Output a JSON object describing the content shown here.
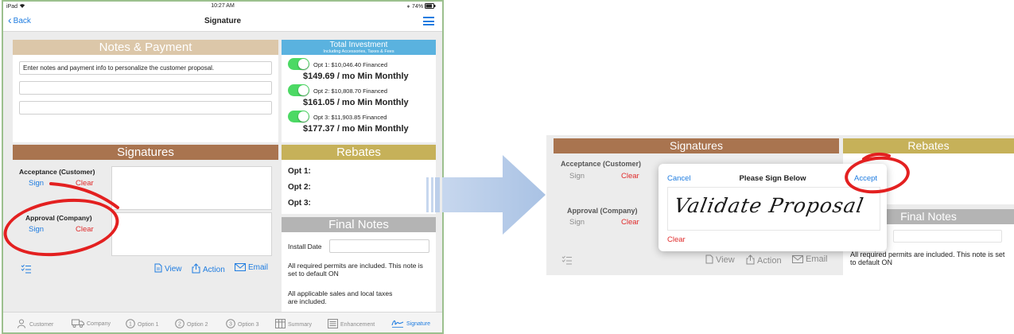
{
  "status": {
    "device": "iPad",
    "wifi_icon": "wifi-icon",
    "time": "10:27 AM",
    "battery": "74%"
  },
  "nav": {
    "back_label": "Back",
    "title": "Signature"
  },
  "notes_payment": {
    "title": "Notes & Payment",
    "field1_value": "Enter notes and payment info to personalize the customer proposal.",
    "field2_value": "",
    "field3_value": ""
  },
  "total_investment": {
    "title": "Total Investment",
    "subtitle": "Including Accessories, Taxes & Fees",
    "options": [
      {
        "label": "Opt 1: $10,046.40 Financed",
        "monthly": "$149.69 / mo Min Monthly",
        "enabled": true
      },
      {
        "label": "Opt 2: $10,808.70 Financed",
        "monthly": "$161.05 / mo Min Monthly",
        "enabled": true
      },
      {
        "label": "Opt 3: $11,903.85 Financed",
        "monthly": "$177.37 / mo Min Monthly",
        "enabled": true
      }
    ]
  },
  "signatures": {
    "title": "Signatures",
    "acceptance_label": "Acceptance (Customer)",
    "approval_label": "Approval (Company)",
    "sign_label": "Sign",
    "clear_label": "Clear",
    "view_label": "View",
    "action_label": "Action",
    "email_label": "Email"
  },
  "rebates": {
    "title": "Rebates",
    "items": [
      "Opt 1:",
      "Opt 2:",
      "Opt 3:"
    ]
  },
  "final_notes": {
    "title": "Final Notes",
    "install_date_label": "Install Date",
    "install_date_value": "",
    "note1": "All required permits are included. This note is set to default ON",
    "note2": "All applicable sales and local taxes are included."
  },
  "tabs": [
    "Customer",
    "Company",
    "Option 1",
    "Option 2",
    "Option 3",
    "Summary",
    "Enhancement",
    "Signature"
  ],
  "active_tab": "Signature",
  "zoom_view": {
    "signatures_title": "Signatures",
    "rebates_title": "Rebates",
    "final_notes_title": "Final Notes",
    "acceptance_label": "Acceptance (Customer)",
    "approval_label": "Approval (Company)",
    "sign_label": "Sign",
    "clear_label": "Clear",
    "view_label": "View",
    "action_label": "Action",
    "email_label": "Email",
    "note1": "All required permits are included. This note is set to default ON",
    "modal": {
      "cancel_label": "Cancel",
      "title": "Please Sign Below",
      "accept_label": "Accept",
      "signature_text": "Validate Proposal",
      "clear_label": "Clear"
    }
  },
  "colors": {
    "notes_bar": "#dcc7a9",
    "investment_bar": "#5ab2df",
    "signatures_bar": "#a9744f",
    "rebates_bar": "#c6b159",
    "final_notes_bar": "#b4b4b4",
    "link_blue": "#1e7ce0",
    "clear_red": "#e02b2b",
    "toggle_green": "#4cd964",
    "annotation_red": "#e32020",
    "arrow_blue": "#a9c2e4"
  }
}
